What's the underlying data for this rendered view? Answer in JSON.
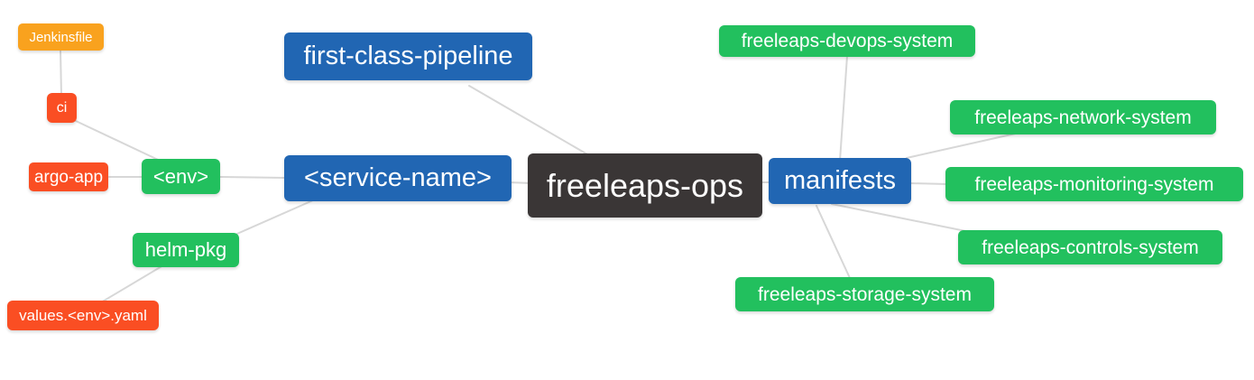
{
  "diagram": {
    "type": "mindmap",
    "root": "freeleaps-ops",
    "palette": {
      "root_bg": "#3A3636",
      "level1_bg": "#2166B3",
      "level2_bg": "#22C05E",
      "leaf_red_bg": "#FA4E23",
      "leaf_orange_bg": "#F9A21E",
      "edge_color": "#d7d7d7",
      "text_color": "#ffffff",
      "canvas_bg": "#ffffff"
    },
    "nodes": [
      {
        "id": "jenkinsfile",
        "label": "Jenkinsfile",
        "color": "orange"
      },
      {
        "id": "ci",
        "label": "ci",
        "color": "red"
      },
      {
        "id": "argo-app",
        "label": "argo-app",
        "color": "red"
      },
      {
        "id": "env",
        "label": "<env>",
        "color": "green"
      },
      {
        "id": "helm-pkg",
        "label": "helm-pkg",
        "color": "green"
      },
      {
        "id": "values-env-yaml",
        "label": "values.<env>.yaml",
        "color": "red"
      },
      {
        "id": "first-class-pipeline",
        "label": "first-class-pipeline",
        "color": "blue"
      },
      {
        "id": "service-name",
        "label": "<service-name>",
        "color": "blue"
      },
      {
        "id": "freeleaps-ops",
        "label": "freeleaps-ops",
        "color": "dark"
      },
      {
        "id": "manifests",
        "label": "manifests",
        "color": "blue"
      },
      {
        "id": "freeleaps-devops-system",
        "label": "freeleaps-devops-system",
        "color": "green"
      },
      {
        "id": "freeleaps-network-system",
        "label": "freeleaps-network-system",
        "color": "green"
      },
      {
        "id": "freeleaps-monitoring-system",
        "label": "freeleaps-monitoring-system",
        "color": "green"
      },
      {
        "id": "freeleaps-controls-system",
        "label": "freeleaps-controls-system",
        "color": "green"
      },
      {
        "id": "freeleaps-storage-system",
        "label": "freeleaps-storage-system",
        "color": "green"
      }
    ],
    "edges": [
      {
        "from": "jenkinsfile",
        "to": "ci"
      },
      {
        "from": "ci",
        "to": "env"
      },
      {
        "from": "argo-app",
        "to": "env"
      },
      {
        "from": "env",
        "to": "service-name"
      },
      {
        "from": "helm-pkg",
        "to": "service-name"
      },
      {
        "from": "values-env-yaml",
        "to": "helm-pkg"
      },
      {
        "from": "first-class-pipeline",
        "to": "freeleaps-ops"
      },
      {
        "from": "service-name",
        "to": "freeleaps-ops"
      },
      {
        "from": "freeleaps-ops",
        "to": "manifests"
      },
      {
        "from": "manifests",
        "to": "freeleaps-devops-system"
      },
      {
        "from": "manifests",
        "to": "freeleaps-network-system"
      },
      {
        "from": "manifests",
        "to": "freeleaps-monitoring-system"
      },
      {
        "from": "manifests",
        "to": "freeleaps-controls-system"
      },
      {
        "from": "manifests",
        "to": "freeleaps-storage-system"
      }
    ]
  }
}
